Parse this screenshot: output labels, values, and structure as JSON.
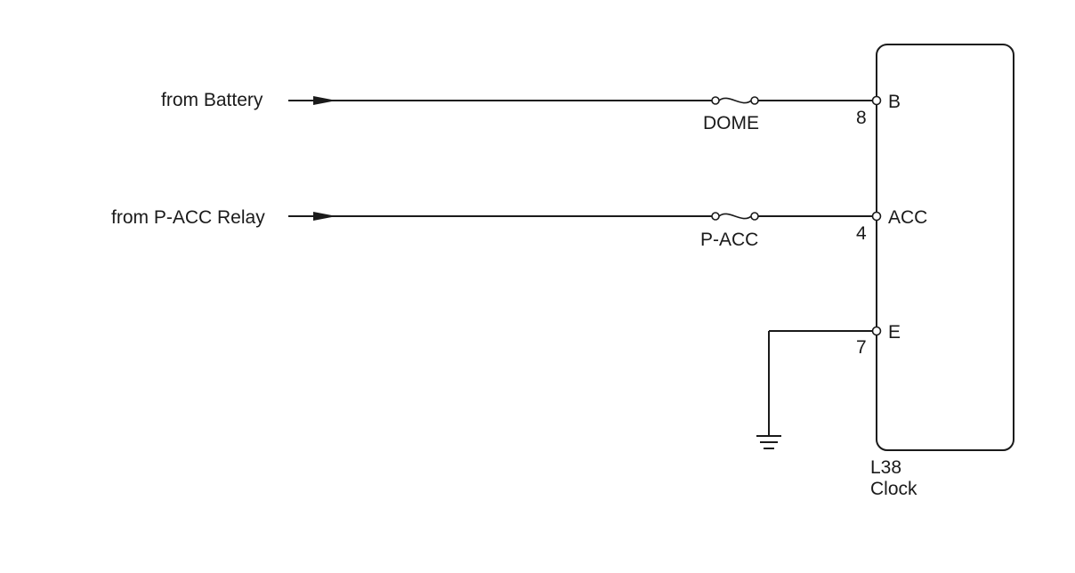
{
  "inputs": {
    "battery": "from Battery",
    "pacc_relay": "from P-ACC Relay"
  },
  "fuses": {
    "dome": "DOME",
    "pacc": "P-ACC"
  },
  "terminals": {
    "b": {
      "label": "B",
      "pin": "8"
    },
    "acc": {
      "label": "ACC",
      "pin": "4"
    },
    "e": {
      "label": "E",
      "pin": "7"
    }
  },
  "component": {
    "code": "L38",
    "name": "Clock"
  },
  "colors": {
    "line": "#1a1a1a",
    "background": "#ffffff"
  }
}
